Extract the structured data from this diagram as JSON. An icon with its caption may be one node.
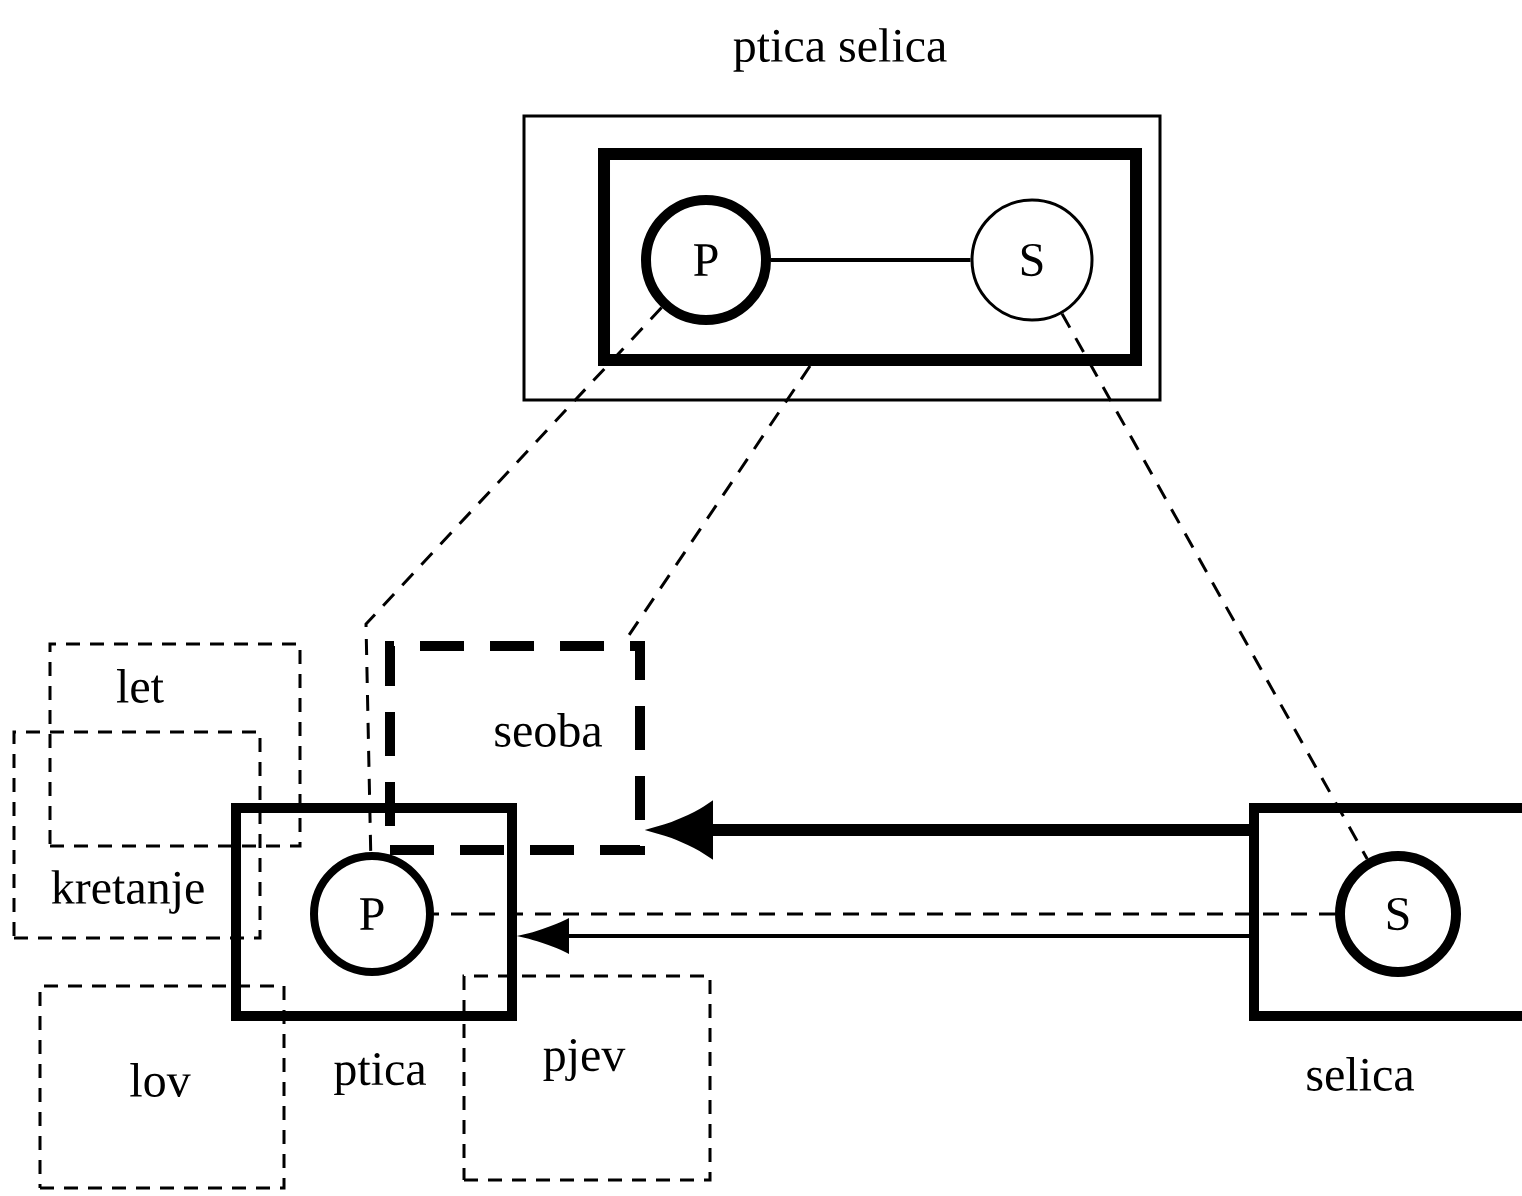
{
  "diagram": {
    "nodes": [
      {
        "text": [
          "ptica selica"
        ]
      },
      {
        "text": [],
        "shape": "box",
        "in": 0
      },
      {
        "text": [
          "P"
        ],
        "in": 1
      },
      {
        "text": [
          "S"
        ],
        "in": 1
      },
      {
        "text": [
          "ptica"
        ]
      },
      {
        "text": [
          "P"
        ],
        "in": 4
      },
      {
        "text": [
          "selica"
        ]
      },
      {
        "text": [
          "S"
        ],
        "in": 6
      },
      {
        "text": [
          "seoba"
        ]
      },
      {
        "text": [
          "let"
        ]
      },
      {
        "text": [
          "kretanje"
        ]
      },
      {
        "text": [
          "lov"
        ]
      },
      {
        "text": [
          "pjev"
        ]
      }
    ],
    "edges": [
      {
        "from": 2,
        "to": 3,
        "arrow": "none"
      },
      {
        "from": 2,
        "to": 5,
        "arrow": "none",
        "style": "dashed"
      },
      {
        "from": 1,
        "to": 8,
        "arrow": "none",
        "style": "dashed"
      },
      {
        "from": 3,
        "to": 7,
        "arrow": "none",
        "style": "dashed"
      },
      {
        "from": 6,
        "to": 8,
        "arrow": "to",
        "style": "thick"
      },
      {
        "from": 7,
        "to": 5,
        "arrow": "none",
        "style": "dashed"
      },
      {
        "from": 6,
        "to": 4,
        "arrow": "to"
      }
    ]
  }
}
